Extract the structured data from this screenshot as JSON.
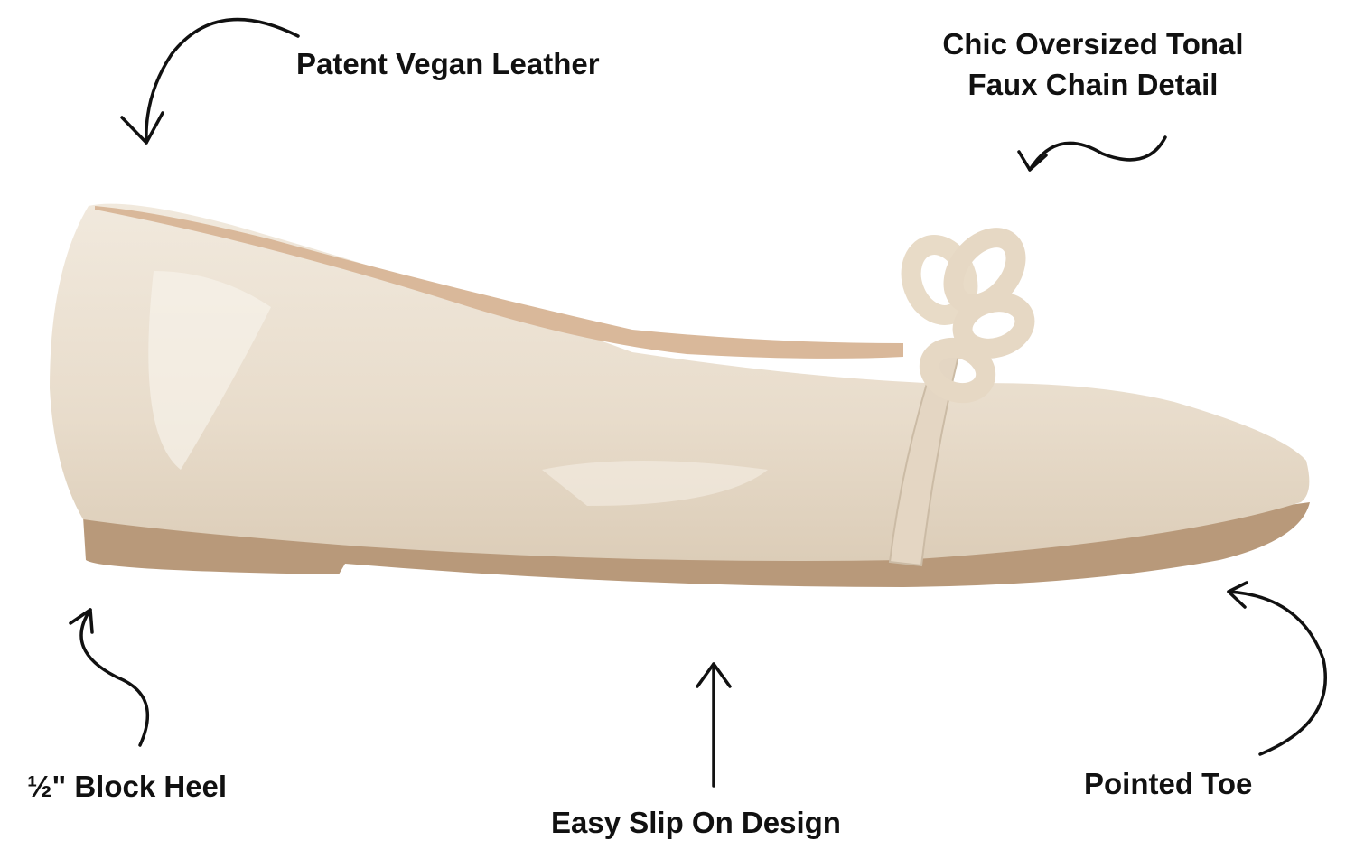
{
  "callouts": {
    "material": "Patent Vegan Leather",
    "chain_line1": "Chic Oversized Tonal",
    "chain_line2": "Faux Chain Detail",
    "heel": "½\" Block Heel",
    "slip_on": "Easy Slip On Design",
    "toe": "Pointed Toe"
  },
  "colors": {
    "upper": "#ece2d4",
    "sole": "#b8997a",
    "lining": "#d9b89a",
    "text": "#111111"
  }
}
